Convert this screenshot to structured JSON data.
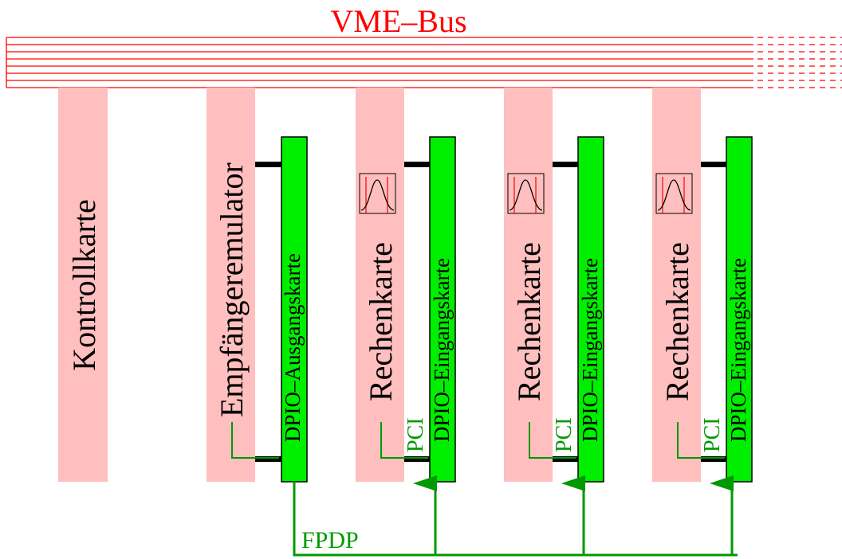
{
  "title": "VME–Bus",
  "cards": {
    "control": "Kontrollkarte",
    "emulator": "Empfängeremulator",
    "output": "DPIO–Ausgangskarte",
    "compute": [
      "Rechenkarte",
      "Rechenkarte",
      "Rechenkarte"
    ],
    "input": [
      "DPIO–Eingangskarte",
      "DPIO–Eingangskarte",
      "DPIO–Eingangskarte"
    ]
  },
  "labels": {
    "pci": "PCI",
    "fpdp": "FPDP"
  },
  "colors": {
    "bus_red": "#ff0000",
    "card_pink": "#ffbfbf",
    "card_green": "#00ee00",
    "line_green": "#009900",
    "black": "#000000"
  }
}
